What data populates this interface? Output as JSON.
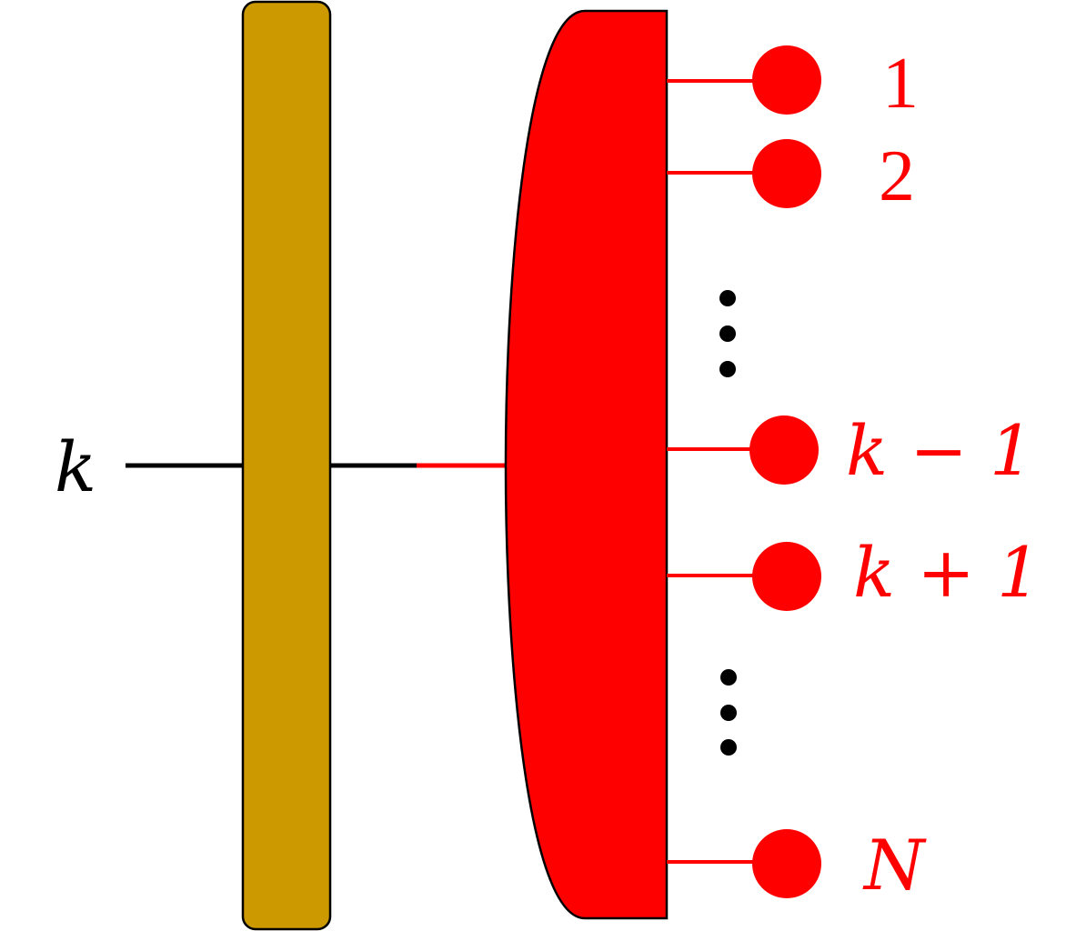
{
  "colors": {
    "left_tensor": "#CC9900",
    "right_tensor": "#FF0000",
    "outline": "#000000",
    "black_leg": "#000000",
    "red_leg": "#FF0000",
    "label_black": "#000000",
    "label_red": "#FF0000"
  },
  "input_leg": {
    "label": "k"
  },
  "output_legs": [
    {
      "label": "1"
    },
    {
      "label": "2"
    },
    {
      "label": "k − 1"
    },
    {
      "label": "k + 1"
    },
    {
      "label": "N"
    }
  ],
  "ellipses": [
    {
      "glyph": "vertical-dots"
    },
    {
      "glyph": "vertical-dots"
    }
  ]
}
